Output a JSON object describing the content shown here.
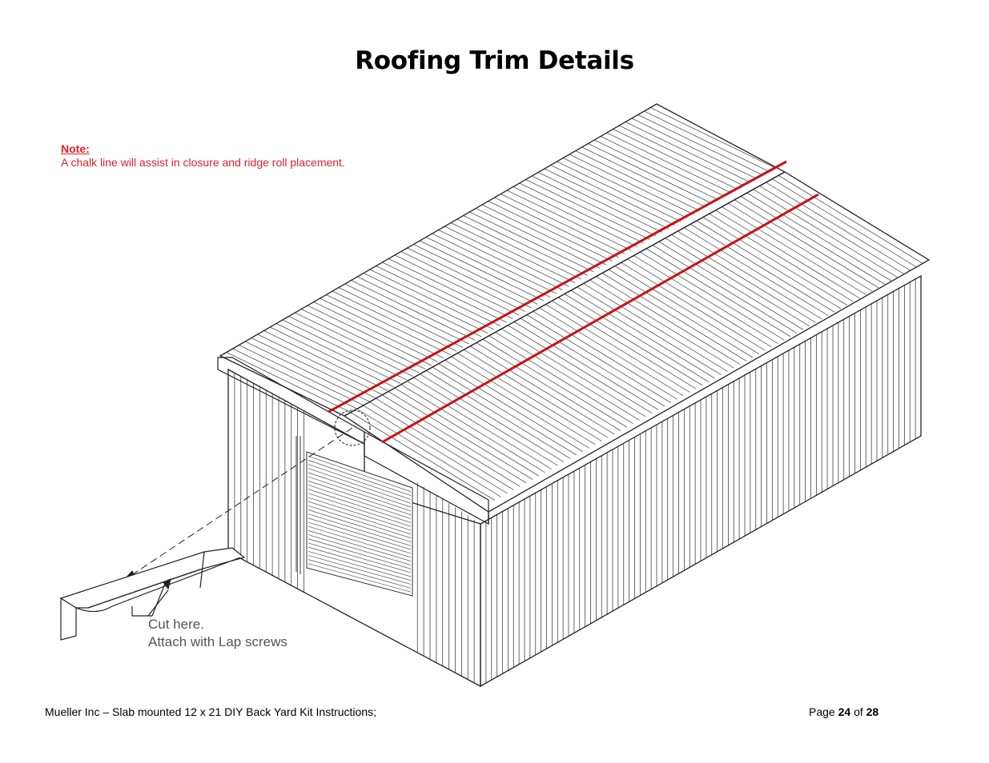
{
  "title": "Roofing Trim Details",
  "note": {
    "heading": "Note:",
    "text": "A chalk line will assist in closure and ridge roll placement."
  },
  "callout": {
    "line1": "Cut here.",
    "line2": "Attach with Lap screws"
  },
  "footer": {
    "left": "Mueller Inc – Slab mounted 12 x 21 DIY Back Yard Kit Instructions;",
    "page_prefix": "Page",
    "page_current": "24",
    "page_of": "of",
    "page_total": "28"
  },
  "colors": {
    "chalk_line": "#cc1111",
    "note_text": "#e0202a",
    "line_art": "#333333"
  }
}
